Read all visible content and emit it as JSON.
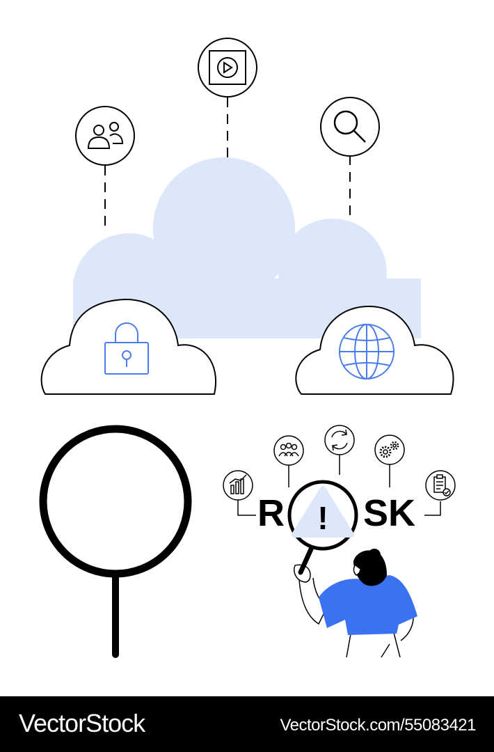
{
  "illustration": {
    "risk_word": [
      "R",
      "SK"
    ],
    "warning_mark": "!",
    "colors": {
      "accent": "#4a7cf0",
      "cloud_fill": "#dde7fa",
      "line": "#000000",
      "shirt": "#3a72f2"
    },
    "icons": [
      "users-icon",
      "play-icon",
      "search-icon",
      "lock-icon",
      "globe-icon",
      "chart-icon",
      "team-icon",
      "refresh-icon",
      "gears-icon",
      "clipboard-icon"
    ]
  },
  "footer": {
    "brand": "VectorStock",
    "stock_id": "VectorStock.com/55083421"
  }
}
